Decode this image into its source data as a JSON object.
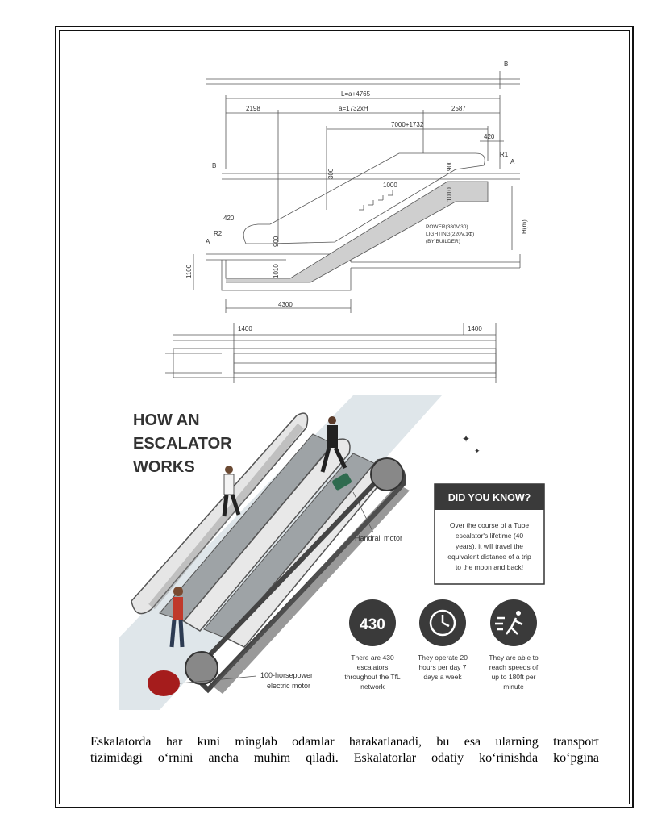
{
  "drawing": {
    "dims": {
      "total_length": "L=a+4765",
      "left_top": "2198",
      "mid_top": "a=1732xH",
      "right_top": "2587",
      "span": "7000+1732",
      "right_offset": "420",
      "left_offset": "420",
      "radius_right": "R1",
      "radius_left": "R2",
      "section_a": "A",
      "section_b": "B",
      "pit_height": "1100",
      "pit_length": "4300",
      "h_900_top": "900",
      "h_1010_top": "1010",
      "h_300": "300",
      "h_900_bottom": "900",
      "h_1010_bottom": "1010",
      "step_1000": "1000",
      "height_label": "H(m)",
      "plan_left": "1400",
      "plan_right": "1400"
    },
    "power_note": [
      "POWER(380V,30)",
      "LIGHTING(220V,1Φ)",
      "(BY BUILDER)"
    ]
  },
  "infographic": {
    "title": [
      "HOW AN",
      "ESCALATOR",
      "WORKS"
    ],
    "did_you_know": {
      "heading": "DID YOU KNOW?",
      "body": [
        "Over the course of a Tube",
        "escalator's lifetime (40",
        "years), it will travel the",
        "equivalent distance of a trip",
        "to the moon and back!"
      ]
    },
    "handrail_label": "Handrail motor",
    "motor_label": [
      "100-horsepower",
      "electric motor"
    ],
    "stats": [
      {
        "badge": "430",
        "text": [
          "There are 430",
          "escalators",
          "throughout the TfL",
          "network"
        ]
      },
      {
        "badge": "",
        "text": [
          "They operate 20",
          "hours per day 7",
          "days a week"
        ]
      },
      {
        "badge": "",
        "text": [
          "They are able to",
          "reach speeds of",
          "up to 180ft per",
          "minute"
        ]
      }
    ],
    "colors": {
      "dark": "#3a3a3a",
      "moon": "#f2e35a",
      "person_red": "#c0392b",
      "sky": "#dfe6ea"
    }
  },
  "paragraph": {
    "line1": "Eskalatorda har kuni minglab odamlar harakatlanadi, bu esa ularning transport",
    "line2": "tizimidagi o‘rnini ancha muhim qiladi. Eskalatorlar odatiy ko‘rinishda ko‘pgina"
  }
}
